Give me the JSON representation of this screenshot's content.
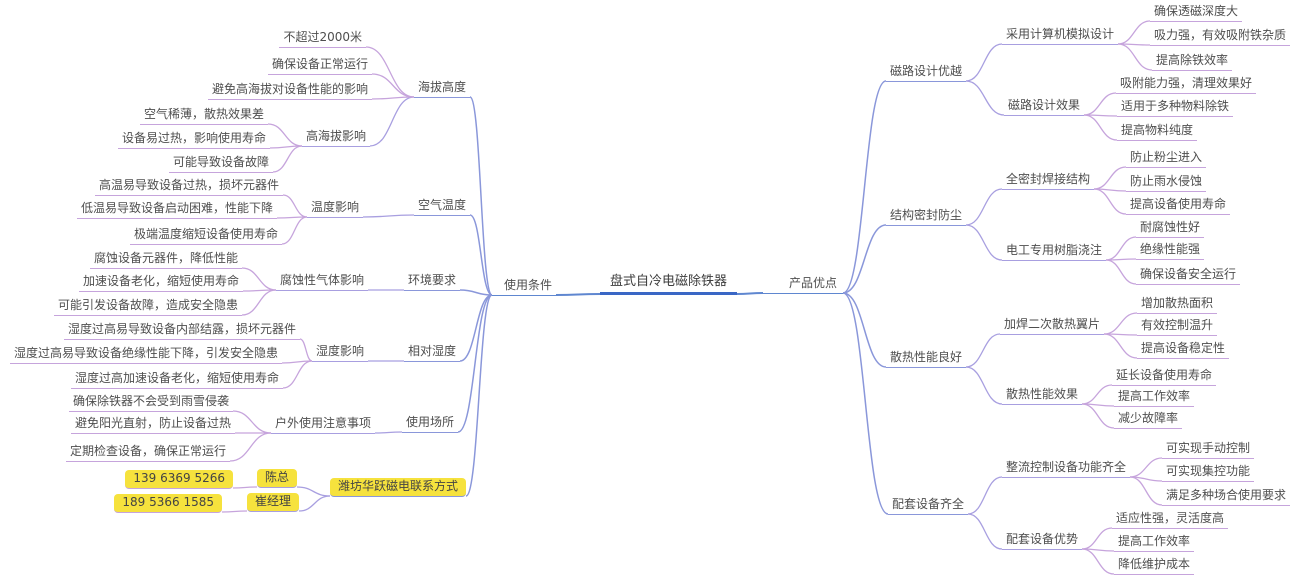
{
  "colors": {
    "level1": "#5f87d0",
    "level2": "#8a97da",
    "level3": "#a89fe0",
    "level4": "#c6a4dc",
    "central_underline": "#3a67c5",
    "highlight_bg": "#f6e23d",
    "text": "#4e4e4e"
  },
  "nodes": [
    {
      "label": "盘式自冷电磁除铁器",
      "level": 0
    },
    {
      "label": "使用条件",
      "level": 1,
      "parent": 0
    },
    {
      "label": "产品优点",
      "level": 1,
      "parent": 0
    },
    {
      "label": "海拔高度",
      "level": 2,
      "parent": 1
    },
    {
      "label": "空气温度",
      "level": 2,
      "parent": 1
    },
    {
      "label": "环境要求",
      "level": 2,
      "parent": 1
    },
    {
      "label": "相对湿度",
      "level": 2,
      "parent": 1
    },
    {
      "label": "使用场所",
      "level": 2,
      "parent": 1
    },
    {
      "label": "潍坊华跃磁电联系方式",
      "level": 2,
      "parent": 1,
      "highlight": true
    },
    {
      "label": "高海拔影响",
      "level": 3,
      "parent": 3
    },
    {
      "label": "温度影响",
      "level": 3,
      "parent": 4
    },
    {
      "label": "腐蚀性气体影响",
      "level": 3,
      "parent": 5
    },
    {
      "label": "湿度影响",
      "level": 3,
      "parent": 6
    },
    {
      "label": "户外使用注意事项",
      "level": 3,
      "parent": 7
    },
    {
      "label": "陈总",
      "level": 3,
      "parent": 8,
      "highlight": true
    },
    {
      "label": "崔经理",
      "level": 3,
      "parent": 8,
      "highlight": true
    },
    {
      "label": "不超过2000米",
      "level": 4,
      "parent": 3
    },
    {
      "label": "确保设备正常运行",
      "level": 4,
      "parent": 3
    },
    {
      "label": "避免高海拔对设备性能的影响",
      "level": 4,
      "parent": 3
    },
    {
      "label": "空气稀薄，散热效果差",
      "level": 4,
      "parent": 9
    },
    {
      "label": "设备易过热，影响使用寿命",
      "level": 4,
      "parent": 9
    },
    {
      "label": "可能导致设备故障",
      "level": 4,
      "parent": 9
    },
    {
      "label": "高温易导致设备过热，损坏元器件",
      "level": 4,
      "parent": 10
    },
    {
      "label": "低温易导致设备启动困难，性能下降",
      "level": 4,
      "parent": 10
    },
    {
      "label": "极端温度缩短设备使用寿命",
      "level": 4,
      "parent": 10
    },
    {
      "label": "腐蚀设备元器件，降低性能",
      "level": 4,
      "parent": 11
    },
    {
      "label": "加速设备老化，缩短使用寿命",
      "level": 4,
      "parent": 11
    },
    {
      "label": "可能引发设备故障，造成安全隐患",
      "level": 4,
      "parent": 11
    },
    {
      "label": "湿度过高易导致设备内部结露，损坏元器件",
      "level": 4,
      "parent": 12
    },
    {
      "label": "湿度过高易导致设备绝缘性能下降，引发安全隐患",
      "level": 4,
      "parent": 12
    },
    {
      "label": "湿度过高加速设备老化，缩短使用寿命",
      "level": 4,
      "parent": 12
    },
    {
      "label": "确保除铁器不会受到雨雪侵袭",
      "level": 4,
      "parent": 13
    },
    {
      "label": "避免阳光直射，防止设备过热",
      "level": 4,
      "parent": 13
    },
    {
      "label": "定期检查设备，确保正常运行",
      "level": 4,
      "parent": 13
    },
    {
      "label": "139 6369 5266",
      "level": 4,
      "parent": 14,
      "highlight": true
    },
    {
      "label": "189 5366 1585",
      "level": 4,
      "parent": 15,
      "highlight": true
    },
    {
      "label": "磁路设计优越",
      "level": 2,
      "parent": 2
    },
    {
      "label": "结构密封防尘",
      "level": 2,
      "parent": 2
    },
    {
      "label": "散热性能良好",
      "level": 2,
      "parent": 2
    },
    {
      "label": "配套设备齐全",
      "level": 2,
      "parent": 2
    },
    {
      "label": "采用计算机模拟设计",
      "level": 3,
      "parent": 36
    },
    {
      "label": "磁路设计效果",
      "level": 3,
      "parent": 36
    },
    {
      "label": "全密封焊接结构",
      "level": 3,
      "parent": 37
    },
    {
      "label": "电工专用树脂浇注",
      "level": 3,
      "parent": 37
    },
    {
      "label": "加焊二次散热翼片",
      "level": 3,
      "parent": 38
    },
    {
      "label": "散热性能效果",
      "level": 3,
      "parent": 38
    },
    {
      "label": "整流控制设备功能齐全",
      "level": 3,
      "parent": 39
    },
    {
      "label": "配套设备优势",
      "level": 3,
      "parent": 39
    },
    {
      "label": "确保透磁深度大",
      "level": 4,
      "parent": 40
    },
    {
      "label": "吸力强，有效吸附铁杂质",
      "level": 4,
      "parent": 40
    },
    {
      "label": "提高除铁效率",
      "level": 4,
      "parent": 40
    },
    {
      "label": "吸附能力强，清理效果好",
      "level": 4,
      "parent": 41
    },
    {
      "label": "适用于多种物料除铁",
      "level": 4,
      "parent": 41
    },
    {
      "label": "提高物料纯度",
      "level": 4,
      "parent": 41
    },
    {
      "label": "防止粉尘进入",
      "level": 4,
      "parent": 42
    },
    {
      "label": "防止雨水侵蚀",
      "level": 4,
      "parent": 42
    },
    {
      "label": "提高设备使用寿命",
      "level": 4,
      "parent": 42
    },
    {
      "label": "耐腐蚀性好",
      "level": 4,
      "parent": 43
    },
    {
      "label": "绝缘性能强",
      "level": 4,
      "parent": 43
    },
    {
      "label": "确保设备安全运行",
      "level": 4,
      "parent": 43
    },
    {
      "label": "增加散热面积",
      "level": 4,
      "parent": 44
    },
    {
      "label": "有效控制温升",
      "level": 4,
      "parent": 44
    },
    {
      "label": "提高设备稳定性",
      "level": 4,
      "parent": 44
    },
    {
      "label": "延长设备使用寿命",
      "level": 4,
      "parent": 45
    },
    {
      "label": "提高工作效率",
      "level": 4,
      "parent": 45
    },
    {
      "label": "减少故障率",
      "level": 4,
      "parent": 45
    },
    {
      "label": "可实现手动控制",
      "level": 4,
      "parent": 46
    },
    {
      "label": "可实现集控功能",
      "level": 4,
      "parent": 46
    },
    {
      "label": "满足多种场合使用要求",
      "level": 4,
      "parent": 46
    },
    {
      "label": "适应性强，灵活度高",
      "level": 4,
      "parent": 47
    },
    {
      "label": "提高工作效率",
      "level": 4,
      "parent": 47
    },
    {
      "label": "降低维护成本",
      "level": 4,
      "parent": 47
    }
  ]
}
